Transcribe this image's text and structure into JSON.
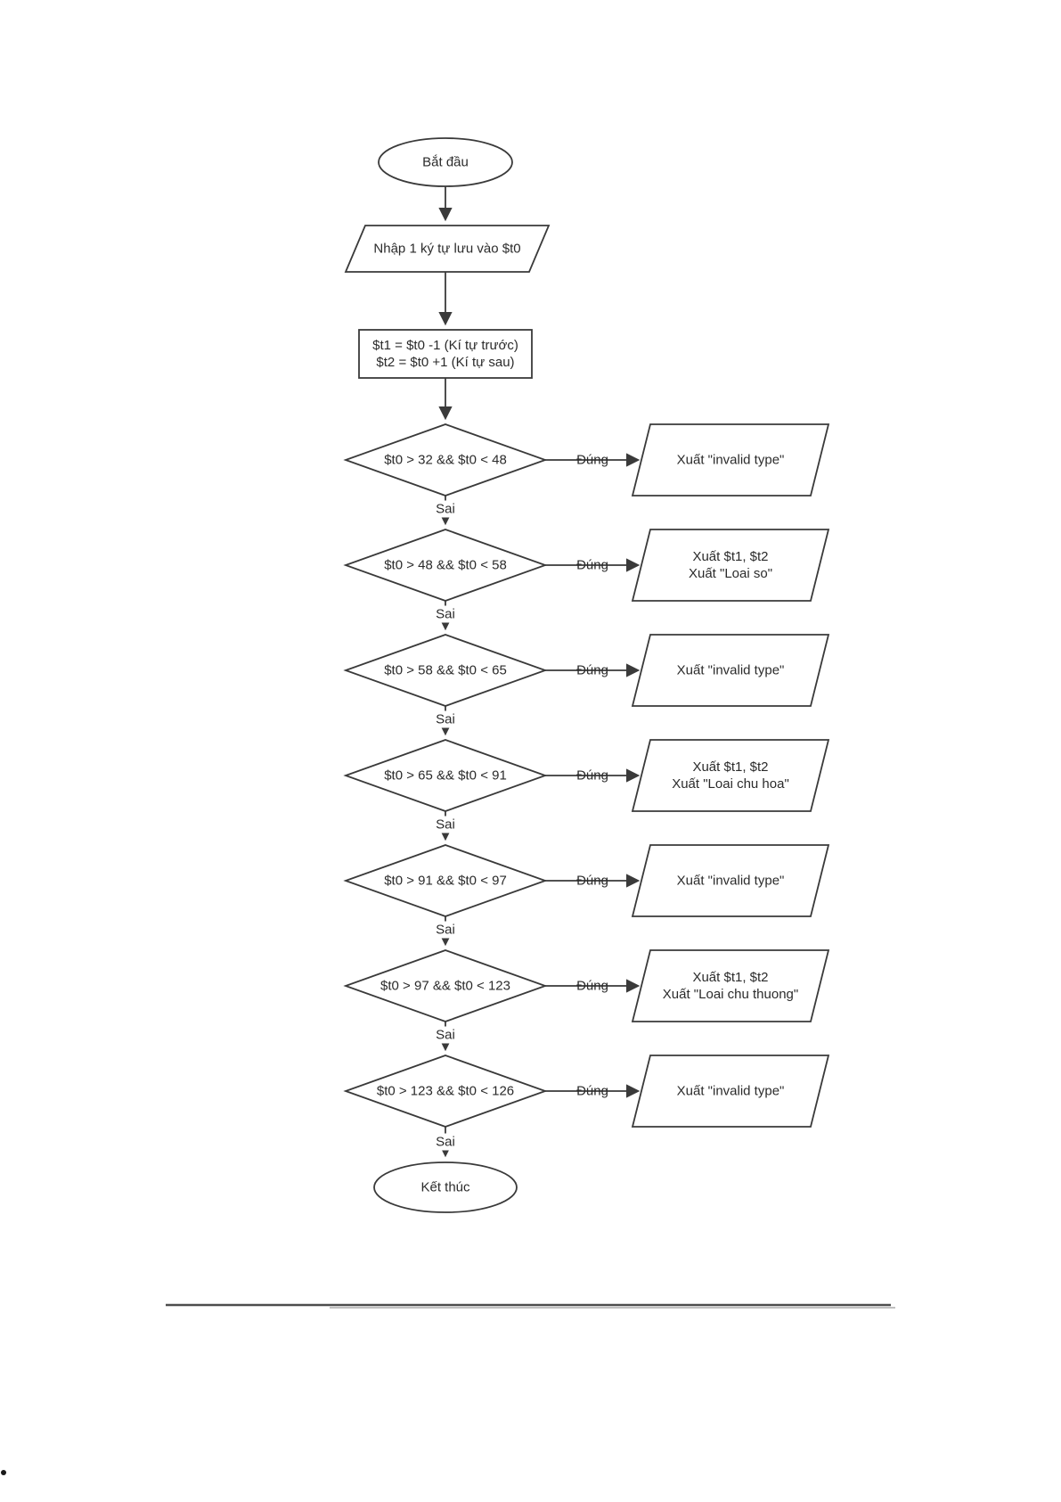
{
  "flowchart": {
    "start_label": "Bắt đầu",
    "input_label": "Nhập 1 ký tự lưu vào $t0",
    "process_lines": [
      "$t1 = $t0 -1 (Kí tự trước)",
      "$t2 = $t0 +1 (Kí tự sau)"
    ],
    "branch_true_label": "Đúng",
    "branch_false_label": "Sai",
    "decisions": [
      {
        "condition": "$t0 > 32 && $t0 < 48",
        "output_lines": [
          "Xuất \"invalid type\""
        ]
      },
      {
        "condition": "$t0 > 48 && $t0 < 58",
        "output_lines": [
          "Xuất $t1, $t2",
          "Xuất \"Loai so\""
        ]
      },
      {
        "condition": "$t0 > 58 && $t0 < 65",
        "output_lines": [
          "Xuất \"invalid type\""
        ]
      },
      {
        "condition": "$t0 > 65 && $t0 < 91",
        "output_lines": [
          "Xuất $t1, $t2",
          "Xuất \"Loai chu hoa\""
        ]
      },
      {
        "condition": "$t0 > 91 && $t0 < 97",
        "output_lines": [
          "Xuất \"invalid type\""
        ]
      },
      {
        "condition": "$t0 > 97 && $t0 < 123",
        "output_lines": [
          "Xuất $t1, $t2",
          "Xuất \"Loai chu thuong\""
        ]
      },
      {
        "condition": "$t0 > 123 && $t0 < 126",
        "output_lines": [
          "Xuất \"invalid type\""
        ]
      }
    ],
    "end_label": "Kết thúc",
    "colors": {
      "stroke": "#3a3a3a",
      "text": "#2b2b2b",
      "background": "#ffffff",
      "divider_dark": "#4d4d4d",
      "divider_light": "#c0c0c0"
    }
  }
}
